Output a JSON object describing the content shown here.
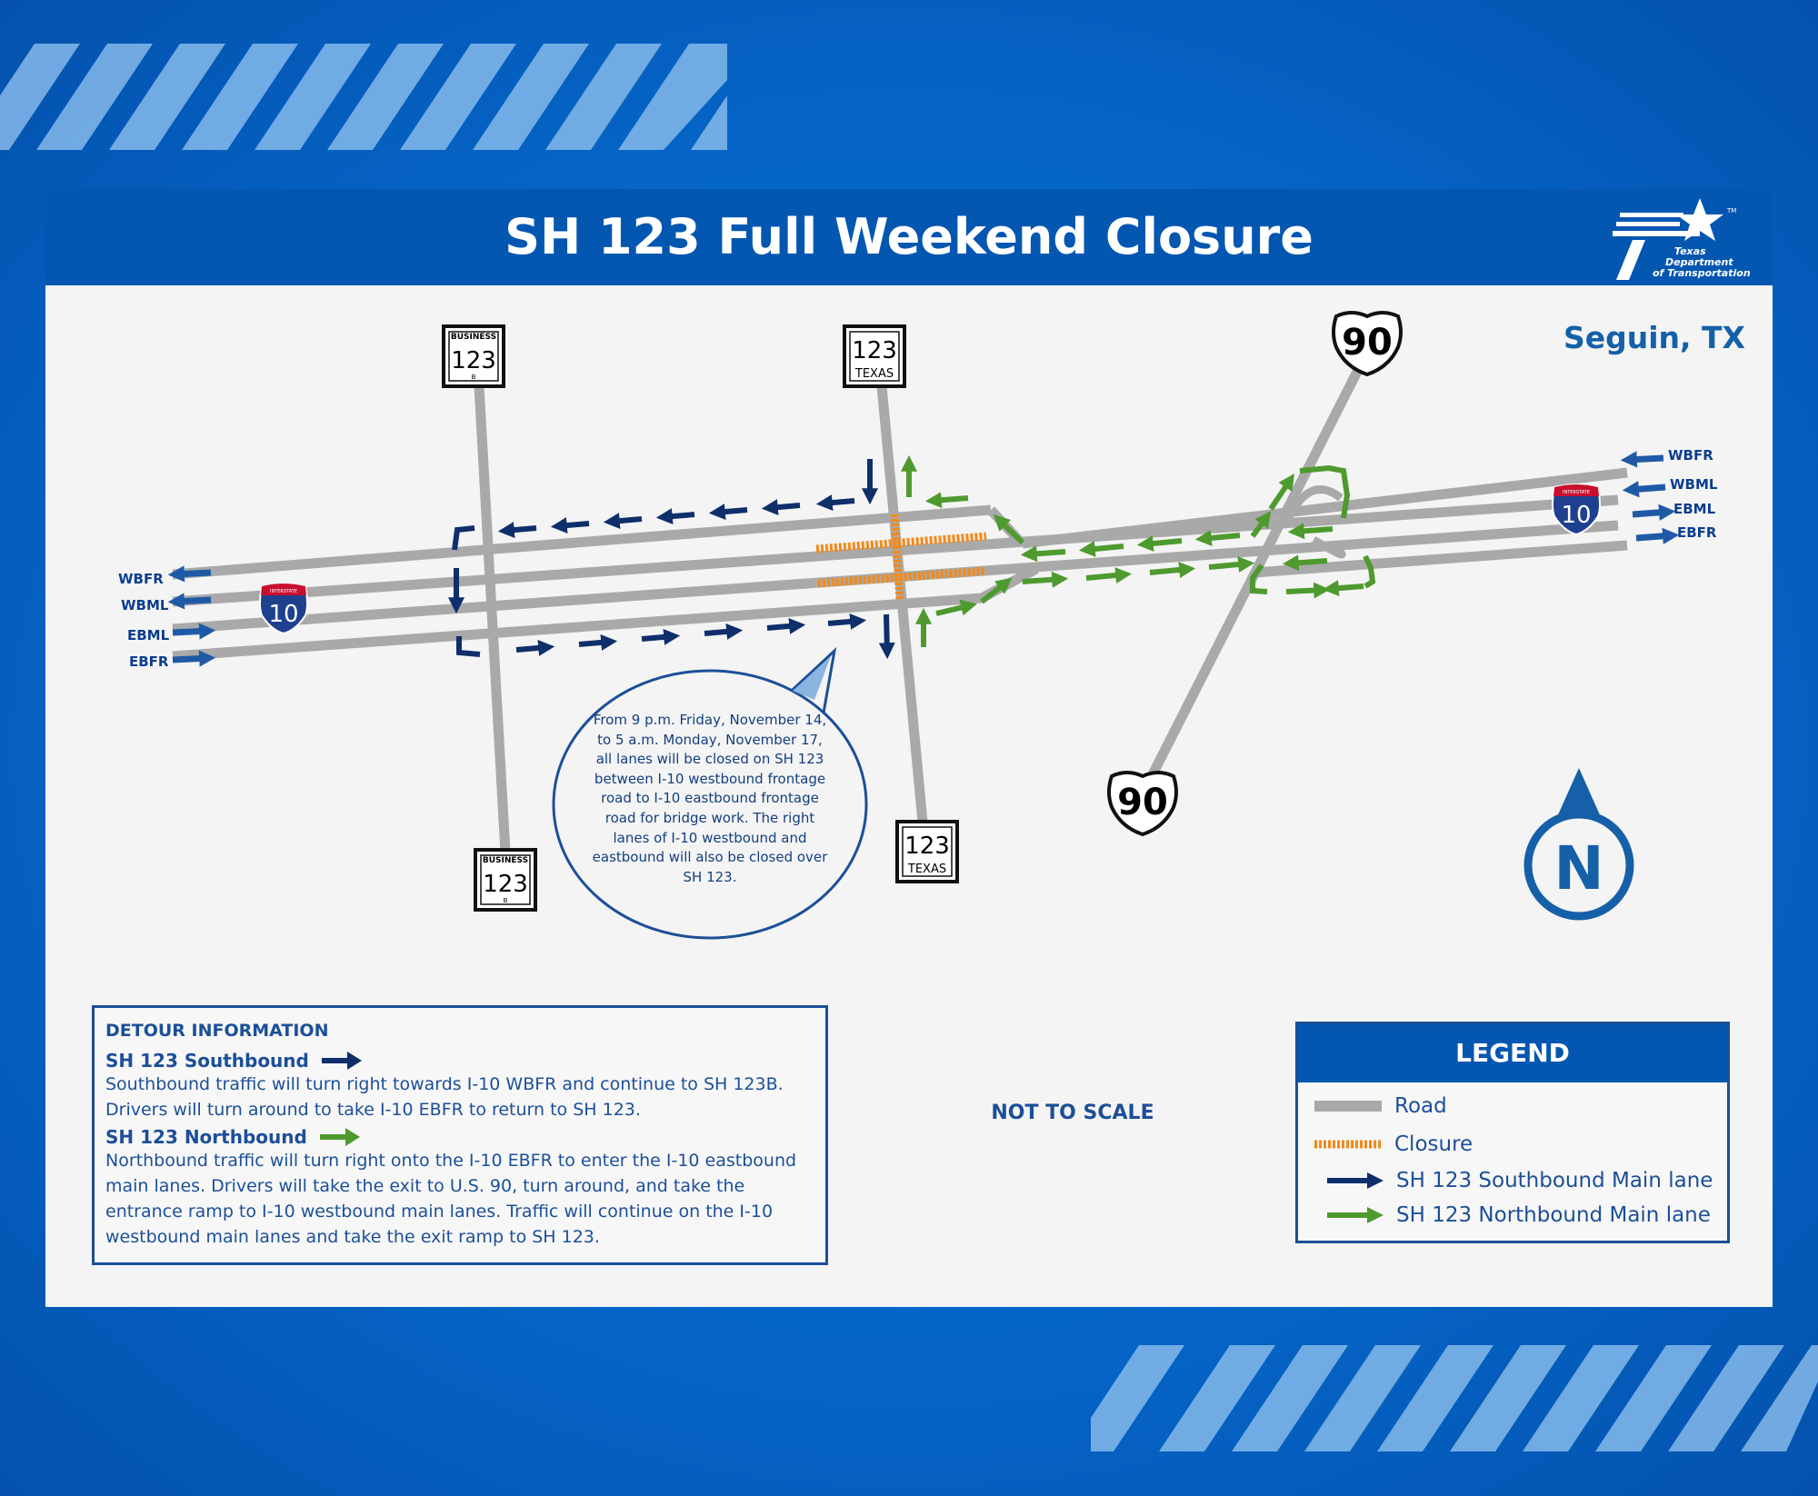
{
  "title": "SH 123 Full Weekend Closure",
  "agency_logo": {
    "icon": "txdot-star-logo",
    "lines": [
      "Texas",
      "Department",
      "of Transportation"
    ],
    "tm": "TM"
  },
  "city": "Seguin, TX",
  "signs": {
    "business": {
      "top_label": "BUSINESS",
      "number": "123",
      "sub": "B"
    },
    "texas": {
      "number": "123",
      "label": "TEXAS"
    },
    "us": {
      "number": "90"
    },
    "interstate": {
      "label": "INTERSTATE",
      "number": "10"
    }
  },
  "lane_labels": {
    "west": [
      "WBFR",
      "WBML",
      "EBML",
      "EBFR"
    ],
    "east": [
      "WBFR",
      "WBML",
      "EBML",
      "EBFR"
    ]
  },
  "callout": "From 9 p.m. Friday, November 14, to  5 a.m. Monday, November 17, all lanes will be closed on SH 123 between I-10 westbound frontage road to I-10 eastbound frontage road for bridge work. The right lanes of I-10 westbound and eastbound will also be closed over SH 123.",
  "north_arrow": {
    "letter": "N"
  },
  "detour": {
    "title": "DETOUR INFORMATION",
    "southbound_heading": "SH 123 Southbound",
    "southbound_text": "Southbound traffic will turn right towards I-10 WBFR and continue to SH 123B. Drivers will turn around to take I-10 EBFR to return to SH 123.",
    "northbound_heading": "SH 123 Northbound",
    "northbound_text": "Northbound traffic will turn right onto the I-10 EBFR to enter the I-10 eastbound main lanes. Drivers will take the exit to U.S. 90, turn around, and take the entrance ramp to I-10 westbound main lanes. Traffic will continue on the I-10 westbound main lanes and take the exit ramp to SH 123."
  },
  "not_to_scale": "NOT TO SCALE",
  "legend": {
    "title": "LEGEND",
    "items": [
      {
        "label": "Road",
        "color": "#a9a9a9"
      },
      {
        "label": "Closure",
        "color": "#f28a1c"
      },
      {
        "label": "SH 123 Southbound Main lane",
        "color": "#0f2f6b"
      },
      {
        "label": "SH 123 Northbound Main lane",
        "color": "#4f9a2f"
      }
    ]
  },
  "colors": {
    "road": "#a9a9a9",
    "closure": "#f28a1c",
    "southbound": "#0f2f6b",
    "northbound": "#4f9a2f",
    "brand": "#0457b0"
  }
}
